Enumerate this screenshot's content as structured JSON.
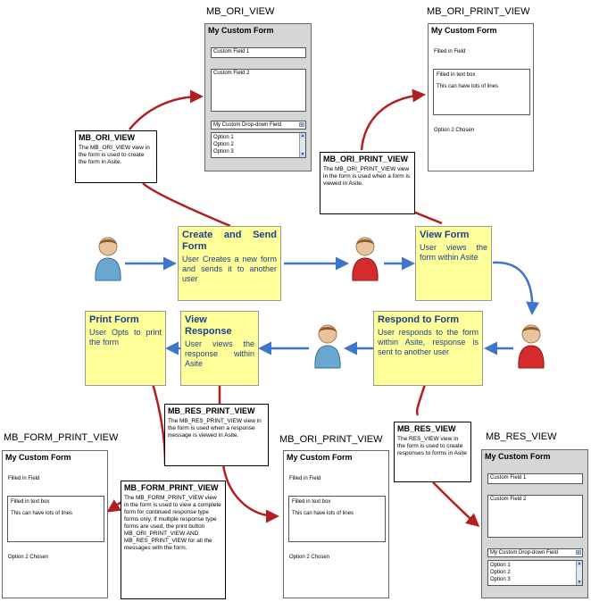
{
  "colors": {
    "flow_arrow": "#3e76c9",
    "link_arrow": "#b21f1f",
    "action_box": "#ffff99",
    "action_text": "#1a3f8c",
    "person_blue": "#6aa6cf",
    "person_red": "#d42b2b"
  },
  "view_titles": {
    "ori_top": "MB_ORI_VIEW",
    "ori_print_top": "MB_ORI_PRINT_VIEW",
    "form_print_bottom": "MB_FORM_PRINT_VIEW",
    "ori_print_bottom": "MB_ORI_PRINT_VIEW",
    "res_bottom": "MB_RES_VIEW"
  },
  "edit_form": {
    "title": "My Custom Form",
    "field1": "Custom Field 1",
    "field2": "Custom Field 2",
    "dropdown": "My Custom Drop-down Field",
    "options": [
      "Option 1",
      "Option 2",
      "Option 3"
    ]
  },
  "print_form": {
    "title": "My Custom Form",
    "filled_field": "Filled in Field",
    "textbox_label": "Filled in text box",
    "textbox_body": "This can have lots of lines",
    "chosen": "Option 2 Chosen"
  },
  "notes": {
    "ori": {
      "title": "MB_ORI_VIEW",
      "body": "The MB_ORI_VIEW view in the form is used to create the form in Asite."
    },
    "ori_print": {
      "title": "MB_ORI_PRINT_VIEW",
      "body": "The MB_ORI_PRINT_VIEW view in the form is used when a form is viewed in Asite."
    },
    "res_print": {
      "title": "MB_RES_PRINT_VIEW",
      "body": "The MB_RES_PRINT_VIEW view in the form is used when a response message is viewed in Asite."
    },
    "res": {
      "title": "MB_RES_VIEW",
      "body": "The RES_VIEW view in the form is used to create responses to forms in Asite"
    },
    "form_print": {
      "title": "MB_FORM_PRINT_VIEW",
      "body": "The MB_FORM_PRINT_VIEW view in the form is used to view a complete form for continued response type forms only. If multiple response type forms are used, the print button MB_ORI_PRINT_VIEW AND MB_RES_PRINT_VIEW for all the messages with the form."
    }
  },
  "actions": {
    "create": {
      "title": "Create and Send Form",
      "body": "User Creates a new form and sends it to another user"
    },
    "view": {
      "title": "View Form",
      "body": "User views the form within Asite"
    },
    "respond": {
      "title": "Respond to Form",
      "body": "User responds to the form within Asite, response is sent to another user"
    },
    "view_response": {
      "title": "View Response",
      "body": "User views the response within Asite"
    },
    "print": {
      "title": "Print Form",
      "body": "User Opts to print the form"
    }
  }
}
